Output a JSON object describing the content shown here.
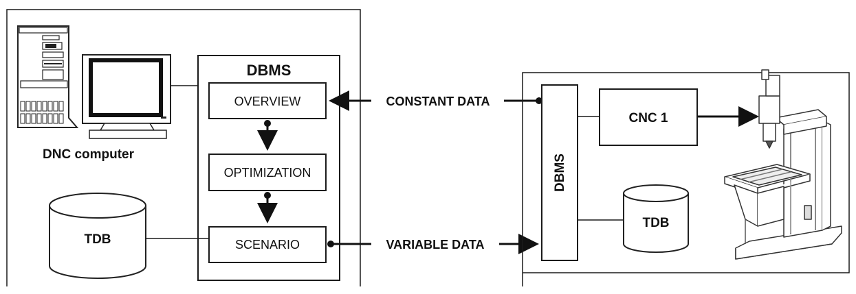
{
  "left_system": {
    "computer_label": "DNC computer",
    "dbms_title": "DBMS",
    "modules": {
      "overview": "OVERVIEW",
      "optimization": "OPTIMIZATION",
      "scenario": "SCENARIO"
    },
    "database_label": "TDB"
  },
  "flows": {
    "constant": "CONSTANT DATA",
    "variable": "VARIABLE DATA"
  },
  "right_system": {
    "dbms_label": "DBMS",
    "cnc_label": "CNC 1",
    "database_label": "TDB"
  }
}
